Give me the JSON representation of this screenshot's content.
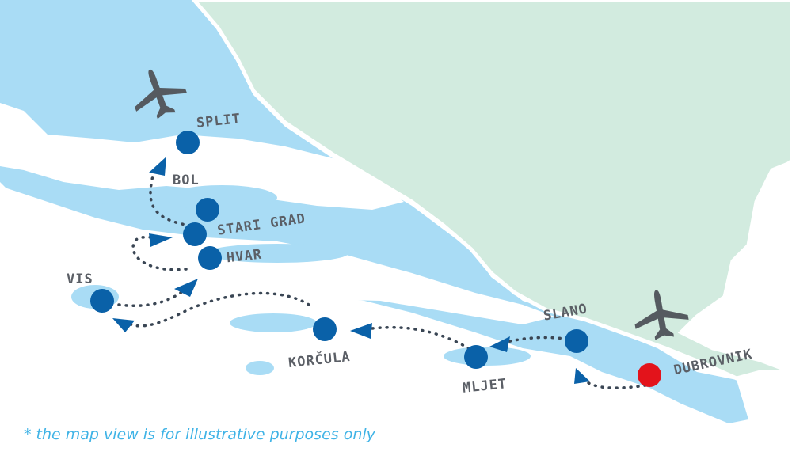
{
  "colors": {
    "sea": "#a9dcf5",
    "land_mainland": "#d2ebdf",
    "islands": "#ffffff",
    "stop": "#0a61a8",
    "start": "#e3131b",
    "route_dots": "#3a4654",
    "plane": "#555a60",
    "label": "#5b5f66",
    "note": "#3fb3e6"
  },
  "map": {
    "airports": [
      {
        "name": "Split airport",
        "icon": "airplane-icon"
      },
      {
        "name": "Dubrovnik airport",
        "icon": "airplane-icon"
      }
    ],
    "stops": [
      {
        "id": "split",
        "label": "SPLIT"
      },
      {
        "id": "bol",
        "label": "BOL"
      },
      {
        "id": "stari-grad",
        "label": "STARI GRAD"
      },
      {
        "id": "hvar",
        "label": "HVAR"
      },
      {
        "id": "vis",
        "label": "VIS"
      },
      {
        "id": "korcula",
        "label": "KORČULA"
      },
      {
        "id": "mljet",
        "label": "MLJET"
      },
      {
        "id": "slano",
        "label": "SLANO"
      },
      {
        "id": "dubrovnik",
        "label": "DUBROVNIK",
        "start": true
      }
    ],
    "route_order": [
      "DUBROVNIK",
      "SLANO",
      "MLJET",
      "KORČULA",
      "VIS",
      "HVAR",
      "STARI GRAD",
      "BOL",
      "SPLIT"
    ]
  },
  "footnote": "* the map view is for illustrative purposes only"
}
